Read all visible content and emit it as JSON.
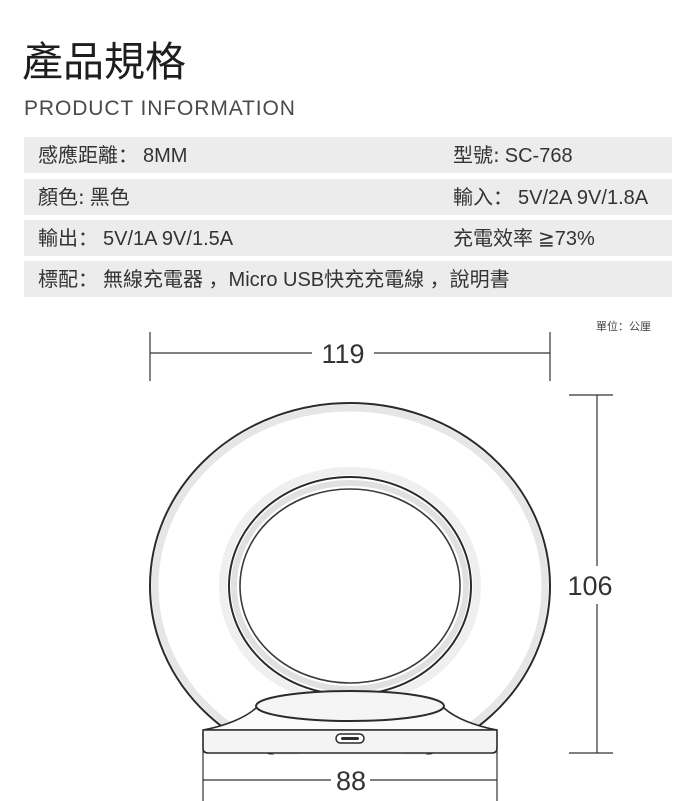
{
  "header": {
    "title": "產品規格",
    "subtitle": "PRODUCT INFORMATION"
  },
  "specs": {
    "rows": [
      {
        "left": {
          "label": "感應距離：",
          "value": "8MM"
        },
        "right": {
          "label": "型號:",
          "value": "SC-768"
        }
      },
      {
        "left": {
          "label": "顏色:",
          "value": "黑色"
        },
        "right": {
          "label": "輸入：",
          "value": "5V/2A 9V/1.8A"
        }
      },
      {
        "left": {
          "label": "輸出：",
          "value": "5V/1A 9V/1.5A"
        },
        "right": {
          "label": "充電效率",
          "value": "≧73%"
        }
      },
      {
        "left": {
          "label": "標配：",
          "value": "無線充電器 ，Micro USB快充充電線 ，說明書"
        }
      }
    ]
  },
  "diagram": {
    "unit_note": "單位：公厘",
    "dimensions": {
      "top_width": "119",
      "height": "106",
      "base_width": "88"
    }
  },
  "colors": {
    "text": "#333333",
    "row_background": "#ececec",
    "outline": "#2b2b2b",
    "background": "#ffffff"
  }
}
